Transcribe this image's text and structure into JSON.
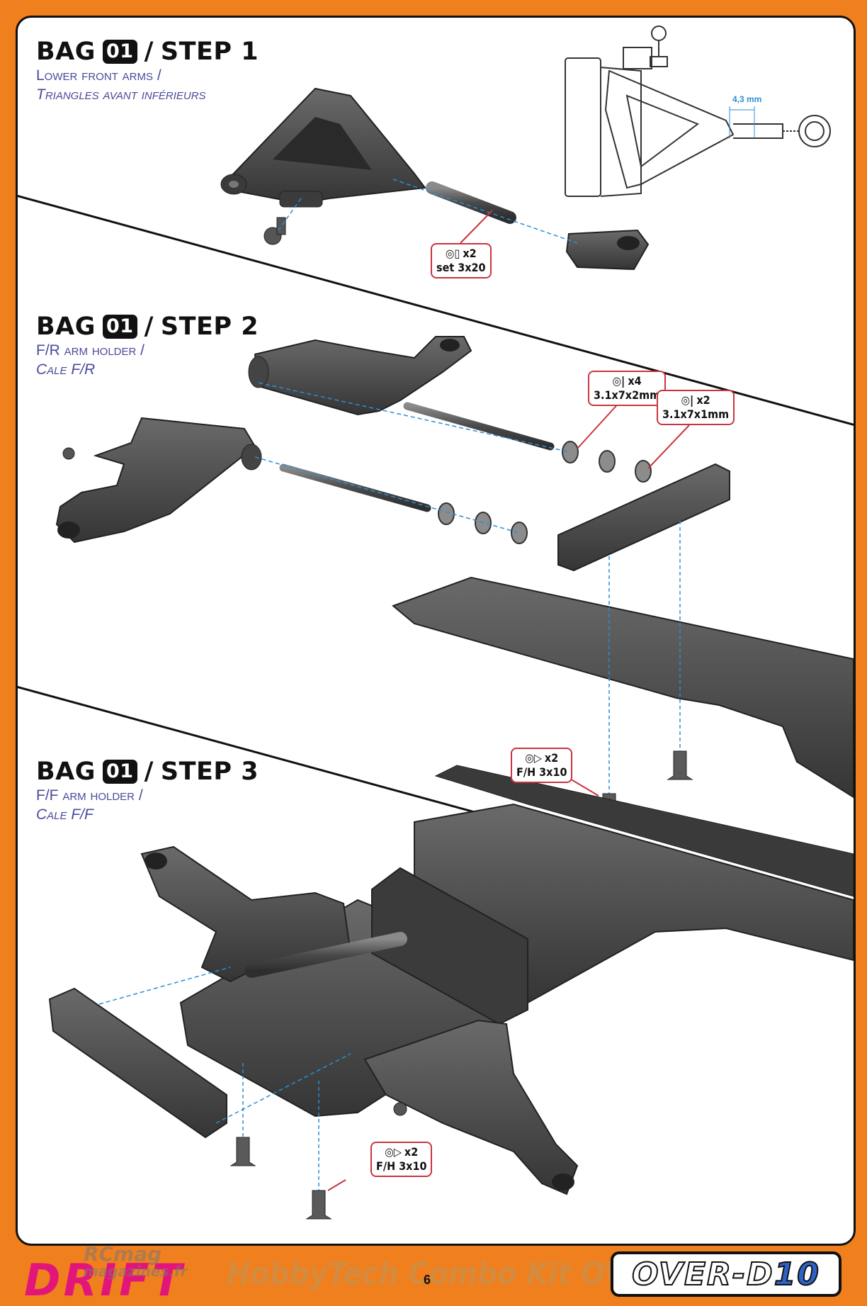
{
  "steps": [
    {
      "bag_label": "BAG",
      "bag_number": "01",
      "separator": "/",
      "step_label": "STEP 1",
      "subtitle_en": "Lower front arms /",
      "subtitle_fr": "Triangles avant inférieurs"
    },
    {
      "bag_label": "BAG",
      "bag_number": "01",
      "separator": "/",
      "step_label": "STEP 2",
      "subtitle_en": "F/R arm holder /",
      "subtitle_fr": "Cale F/R"
    },
    {
      "bag_label": "BAG",
      "bag_number": "01",
      "separator": "/",
      "step_label": "STEP 3",
      "subtitle_en": "F/F arm holder /",
      "subtitle_fr": "Cale F/F"
    }
  ],
  "callouts": {
    "set_screw": {
      "qty": "x2",
      "part": "set 3x20"
    },
    "washer_2mm": {
      "qty": "x4",
      "part": "3.1x7x2mm"
    },
    "washer_1mm": {
      "qty": "x2",
      "part": "3.1x7x1mm"
    },
    "fh_screw_step2": {
      "qty": "x2",
      "part": "F/H 3x10"
    },
    "fh_screw_step3": {
      "qty": "x2",
      "part": "F/H 3x10"
    }
  },
  "dimension": "4,3 mm",
  "footer": {
    "logo_left": "DRIFT",
    "watermark": "HobbyTech Combo Kit OVER-D10",
    "rcmag_line1": "RCmag",
    "rcmag_line2": "magazines.fr",
    "page_number": "6",
    "brand_main": "OVER-D",
    "brand_num": "10"
  },
  "colors": {
    "background": "#f07f1e",
    "callout_border": "#c9353f",
    "subtitle": "#4a4a9a",
    "guide_line": "#2b8fd1",
    "drift_logo": "#e2167a",
    "brand_accent": "#2d63c9"
  }
}
